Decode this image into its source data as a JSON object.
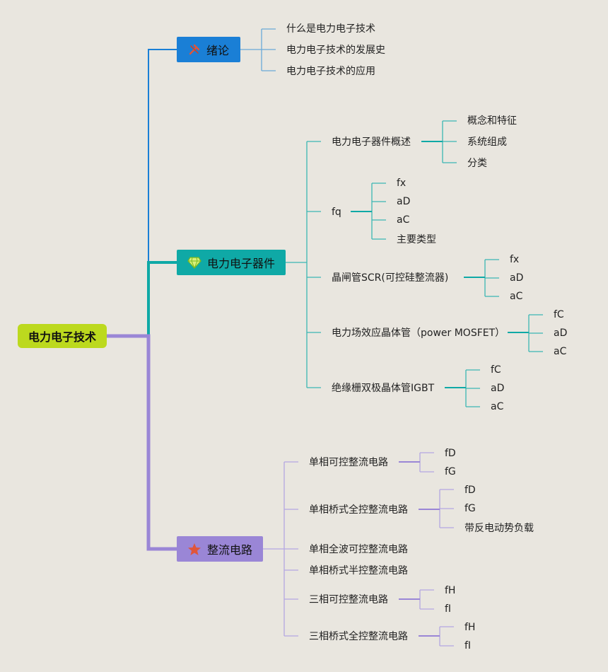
{
  "root": {
    "label": "电力电子技术"
  },
  "branches": [
    {
      "label": "绪论",
      "icon": "tools-icon",
      "color": "#1a7fd6",
      "children": [
        {
          "label": "什么是电力电子技术"
        },
        {
          "label": "电力电子技术的发展史"
        },
        {
          "label": "电力电子技术的应用"
        }
      ]
    },
    {
      "label": "电力电子器件",
      "icon": "gem-icon",
      "color": "#0fa9a6",
      "children": [
        {
          "label": "电力电子器件概述",
          "children": [
            "概念和特征",
            "系统组成",
            "分类"
          ]
        },
        {
          "label": "fq",
          "children": [
            "fx",
            "aD",
            "aC",
            "主要类型"
          ]
        },
        {
          "label": "晶闸管SCR(可控硅整流器)",
          "children": [
            "fx",
            "aD",
            "aC"
          ]
        },
        {
          "label": "电力场效应晶体管（power MOSFET）",
          "children": [
            "fC",
            "aD",
            "aC"
          ]
        },
        {
          "label": "绝缘栅双极晶体管IGBT",
          "children": [
            "fC",
            "aD",
            "aC"
          ]
        }
      ]
    },
    {
      "label": "整流电路",
      "icon": "star-icon",
      "color": "#9a86d6",
      "children": [
        {
          "label": "单相可控整流电路",
          "children": [
            "fD",
            "fG"
          ]
        },
        {
          "label": "单相桥式全控整流电路",
          "children": [
            "fD",
            "fG",
            "带反电动势负载"
          ]
        },
        {
          "label": "单相全波可控整流电路",
          "children": []
        },
        {
          "label": "单相桥式半控整流电路",
          "children": []
        },
        {
          "label": "三相可控整流电路",
          "children": [
            "fH",
            "fI"
          ]
        },
        {
          "label": "三相桥式全控整流电路",
          "children": [
            "fH",
            "fI"
          ]
        }
      ]
    }
  ]
}
